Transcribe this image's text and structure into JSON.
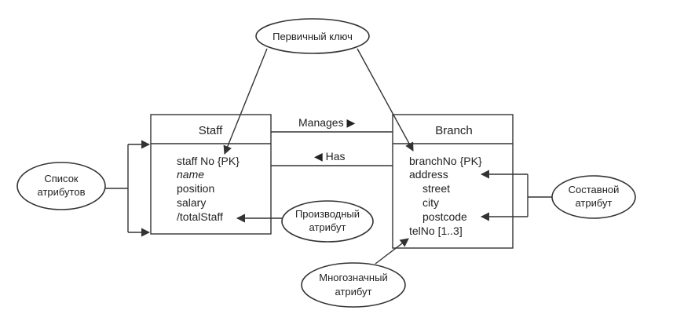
{
  "staff": {
    "title": "Staff",
    "attributes": [
      "staff No {PK}",
      "name",
      "position",
      "salary",
      "/totalStaff"
    ]
  },
  "branch": {
    "title": "Branch",
    "attributes": [
      "branchNo {PK}",
      "address",
      "street",
      "city",
      "postcode",
      "telNo [1..3]"
    ]
  },
  "associations": {
    "manages": "Manages ▶",
    "has": "◀ Has"
  },
  "notes": {
    "primary_key": "Первичный ключ",
    "attribute_list_line1": "Список",
    "attribute_list_line2": "атрибутов",
    "derived_line1": "Производный",
    "derived_line2": "атрибут",
    "composite_line1": "Составной",
    "composite_line2": "атрибут",
    "multivalued_line1": "Многозначный",
    "multivalued_line2": "атрибут"
  }
}
